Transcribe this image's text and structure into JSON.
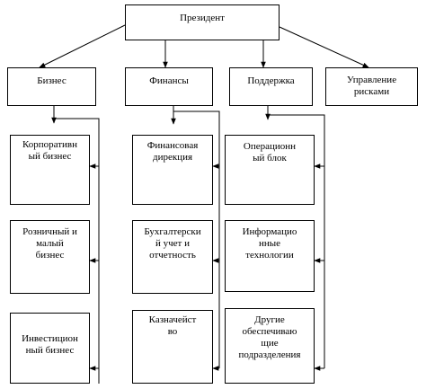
{
  "root": {
    "label": "Президент"
  },
  "departments": [
    {
      "label": "Бизнес",
      "units": [
        "Корпоративн\nый бизнес",
        "Розничный и\nмалый\nбизнес",
        "Инвестицион\nный бизнес"
      ]
    },
    {
      "label": "Финансы",
      "units": [
        "Финансовая\nдирекция",
        "Бухгалтерски\nй учет и\nотчетность",
        "Казначейст\nво"
      ]
    },
    {
      "label": "Поддержка",
      "units": [
        "Операционн\nый блок",
        "Информацио\nнные\nтехнологии",
        "Другие\nобеспечиваю\nщие\nподразделения"
      ]
    },
    {
      "label": "Управление\nрисками",
      "units": []
    }
  ]
}
